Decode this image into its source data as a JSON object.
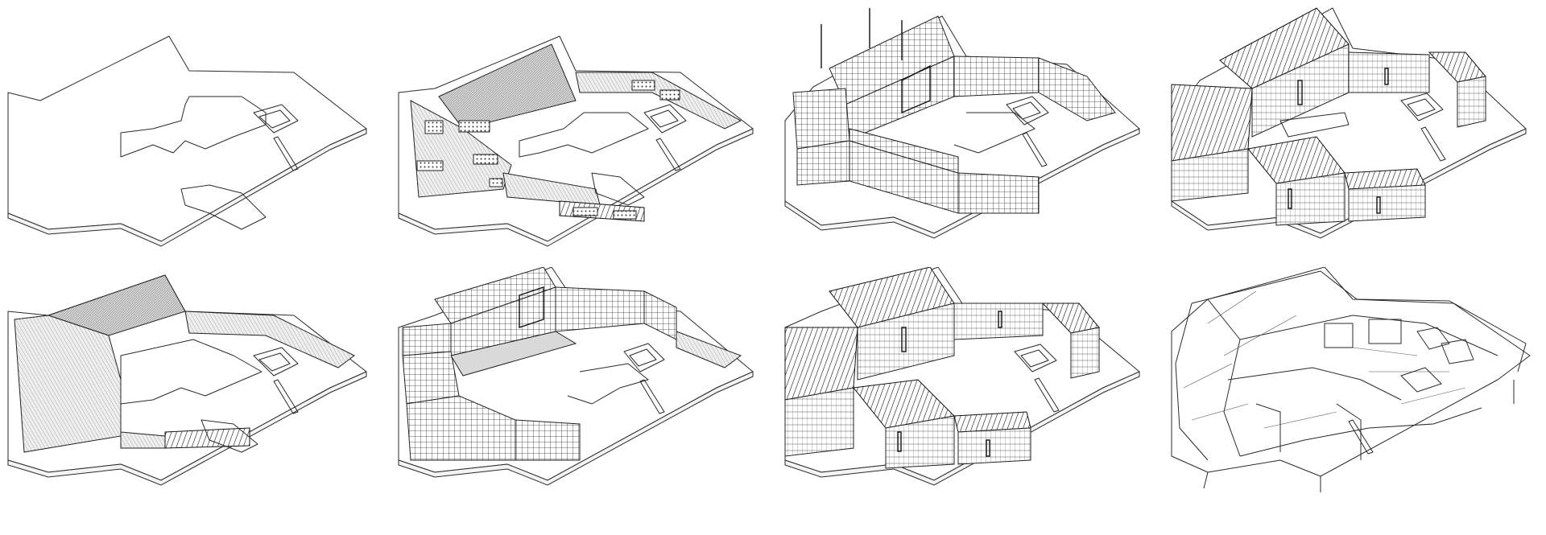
{
  "sheet": {
    "background": "#ffffff",
    "line_color": "#2a2a2a"
  },
  "panels": [
    {
      "id": 1,
      "content": "site-slab"
    },
    {
      "id": 2,
      "content": "slab-with-floor-zones"
    },
    {
      "id": 3,
      "content": "timber-frame-structure"
    },
    {
      "id": 4,
      "content": "clad-building"
    },
    {
      "id": 5,
      "content": "slab-with-floor-finishes"
    },
    {
      "id": 6,
      "content": "frame-with-partial-roof"
    },
    {
      "id": 7,
      "content": "enclosed-building"
    },
    {
      "id": 8,
      "content": "roof-plan-linework"
    }
  ]
}
